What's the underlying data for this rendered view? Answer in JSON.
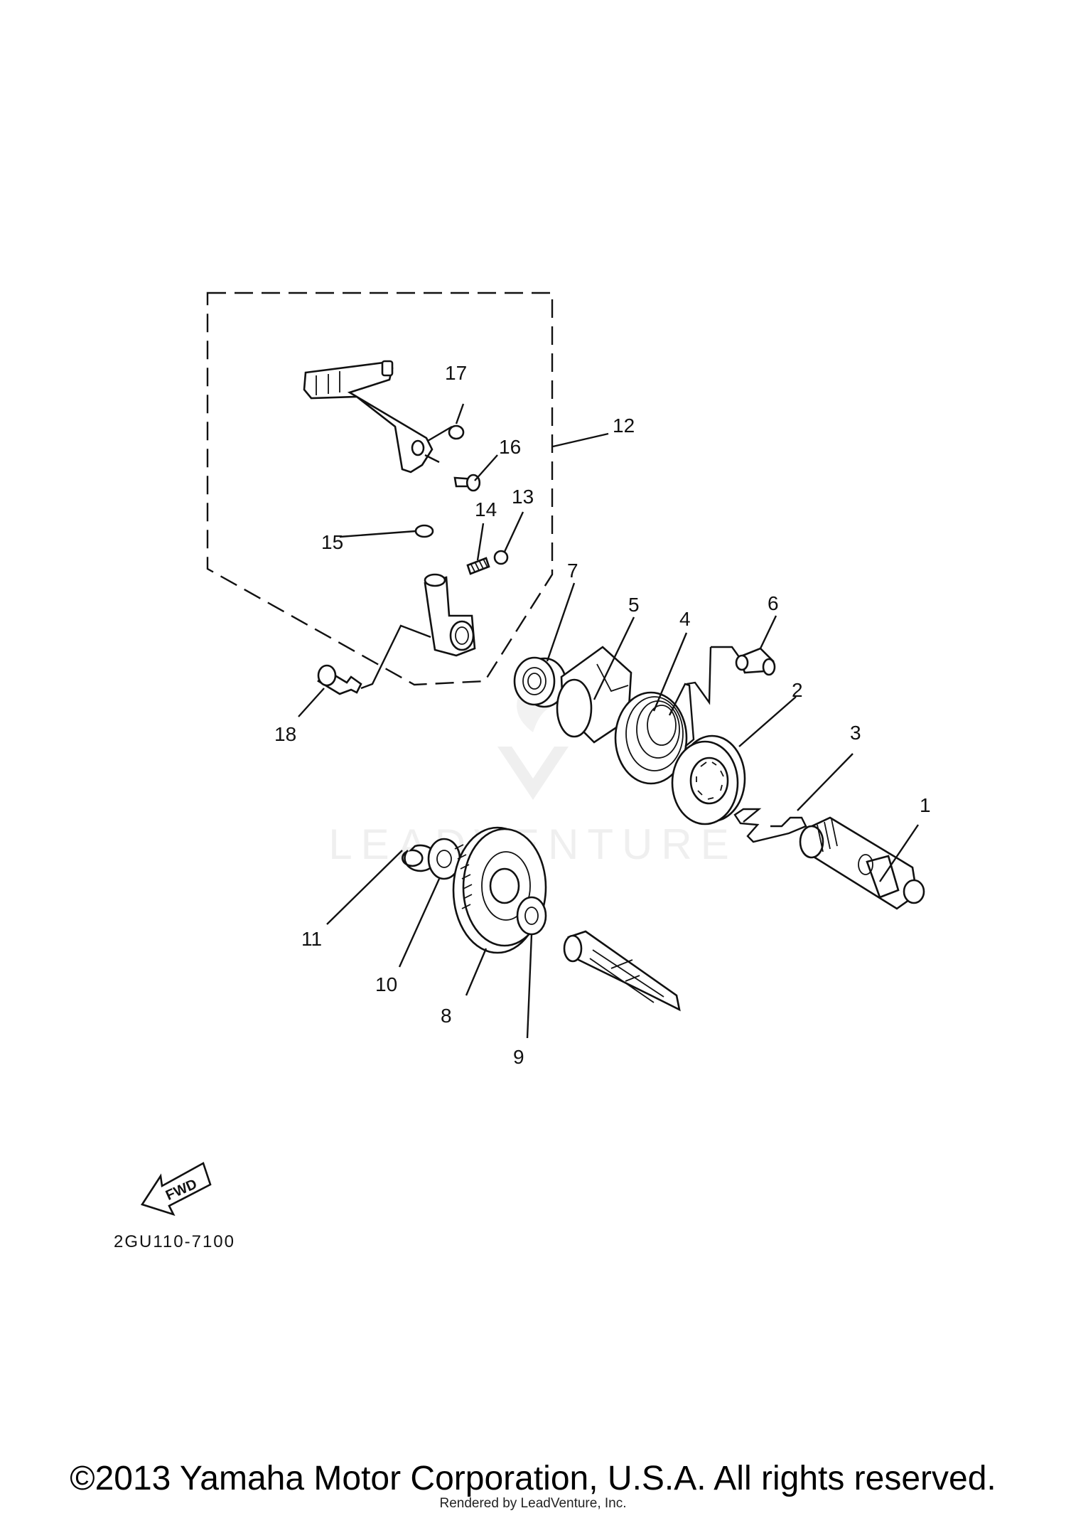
{
  "diagram": {
    "callouts": [
      {
        "id": "1",
        "label": "1"
      },
      {
        "id": "2",
        "label": "2"
      },
      {
        "id": "3",
        "label": "3"
      },
      {
        "id": "4",
        "label": "4"
      },
      {
        "id": "5",
        "label": "5"
      },
      {
        "id": "6",
        "label": "6"
      },
      {
        "id": "7",
        "label": "7"
      },
      {
        "id": "8",
        "label": "8"
      },
      {
        "id": "9",
        "label": "9"
      },
      {
        "id": "10",
        "label": "10"
      },
      {
        "id": "11",
        "label": "11"
      },
      {
        "id": "12",
        "label": "12"
      },
      {
        "id": "13",
        "label": "13"
      },
      {
        "id": "14",
        "label": "14"
      },
      {
        "id": "15",
        "label": "15"
      },
      {
        "id": "16",
        "label": "16"
      },
      {
        "id": "17",
        "label": "17"
      },
      {
        "id": "18",
        "label": "18"
      }
    ],
    "fwd_label": "FWD",
    "drawing_code": "2GU110-7100",
    "watermark_text": "LEADVENTURE"
  },
  "footer": {
    "copyright": "©2013 Yamaha Motor Corporation, U.S.A. All rights reserved.",
    "rendered_by": "Rendered by LeadVenture, Inc."
  }
}
